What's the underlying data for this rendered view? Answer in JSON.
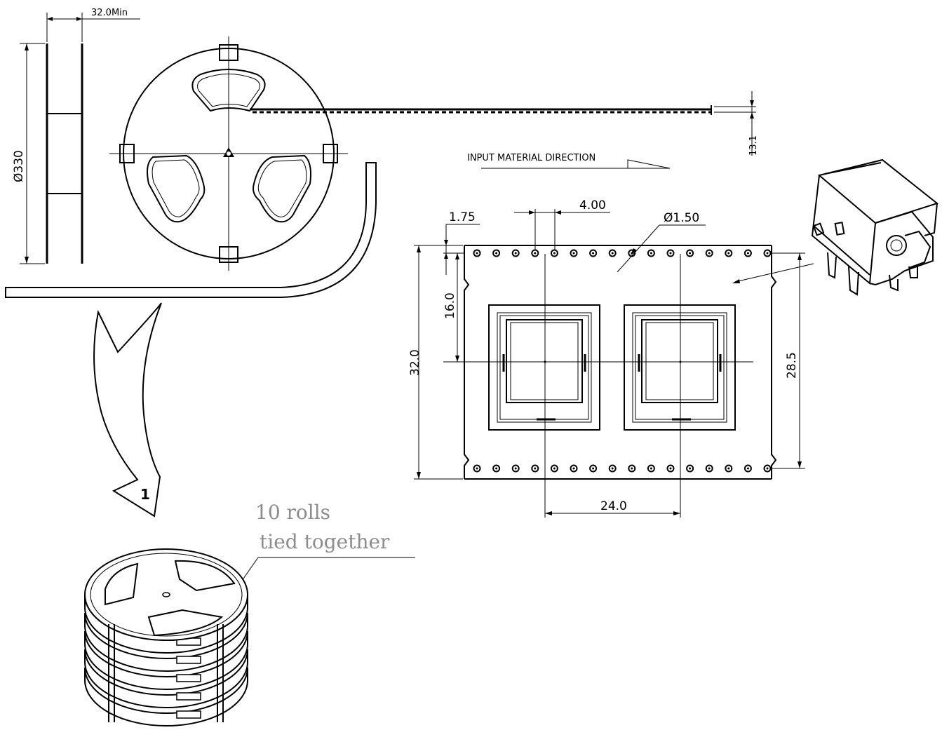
{
  "dimensions": {
    "reel_width": "32.0Min",
    "reel_diameter": "Ø330",
    "tape_thickness": "13.1",
    "feed_hole_offset": "1.75",
    "hole_pitch": "4.00",
    "hole_diameter": "Ø1.50",
    "hole_to_center": "16.0",
    "tape_width": "32.0",
    "hole_span": "28.5",
    "pocket_pitch": "24.0"
  },
  "labels": {
    "direction": "INPUT  MATERIAL  DIRECTION",
    "step_number": "1",
    "bundle_line1": "10 rolls",
    "bundle_line2": "tied together"
  }
}
